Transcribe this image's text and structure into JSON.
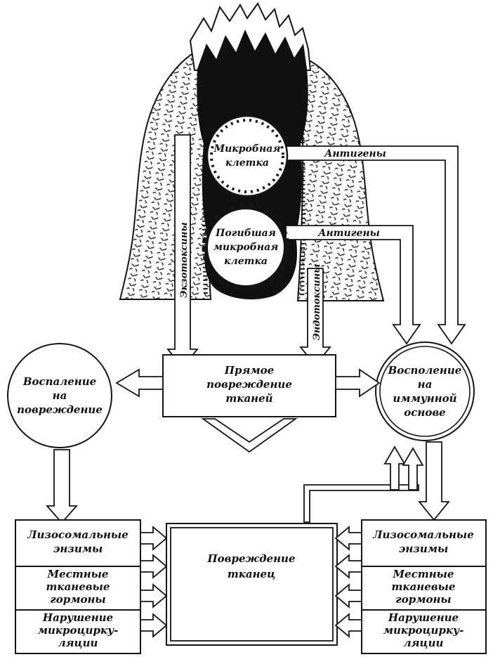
{
  "figure": {
    "cells": {
      "microbial": [
        "Микробная",
        "клетка"
      ],
      "dead": [
        "Погибшая",
        "микробная",
        "клетка"
      ]
    },
    "arrows": {
      "antigens_top": "Антигены",
      "antigens_mid": "Антигены",
      "exotoxins": "Экзотоксины",
      "endotoxins": "Эндотоксины"
    },
    "nodes": {
      "left_circle": [
        "Воспаление",
        "на",
        "повреждение"
      ],
      "center_box": [
        "Прямое",
        "повреждение",
        "тканей"
      ],
      "right_circle": [
        "Восполение",
        "на",
        "иммунной",
        "основе"
      ],
      "damage_box": [
        "Повреждение",
        "тканец"
      ]
    },
    "left_stack": [
      [
        "Лизосомальные",
        "энзимы"
      ],
      [
        "Местные",
        "тканевые",
        "гормоны"
      ],
      [
        "Нарушение",
        "микроцирку-",
        "ляции"
      ]
    ],
    "right_stack": [
      [
        "Лизосомальные",
        "энзимы"
      ],
      [
        "Местные",
        "тканевые",
        "гормоны"
      ],
      [
        "Нарушение",
        "микроцирку-",
        "ляции"
      ]
    ]
  },
  "colors": {
    "ink": "#151515",
    "paper": "#ffffff"
  }
}
